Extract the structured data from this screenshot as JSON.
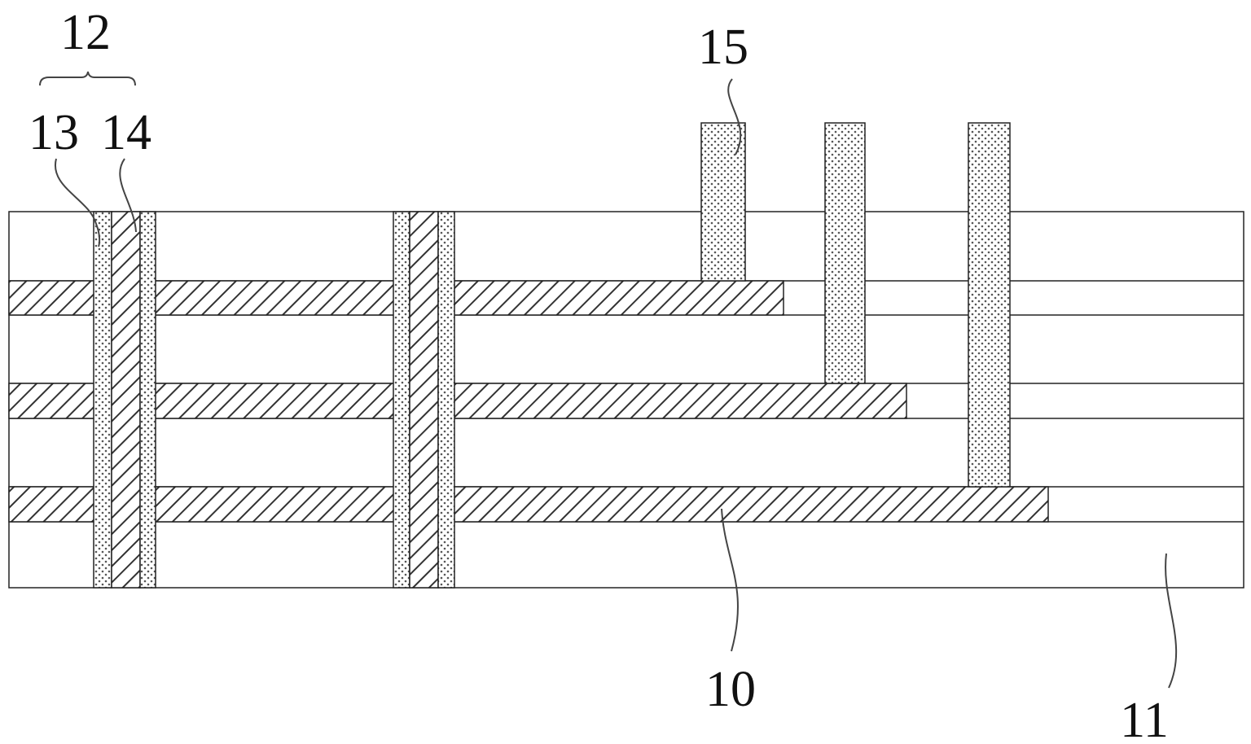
{
  "labels": {
    "group_12": "12",
    "layer_13": "13",
    "layer_14": "14",
    "contact_15": "15",
    "conductive_layer_10": "10",
    "substrate_11": "11"
  }
}
